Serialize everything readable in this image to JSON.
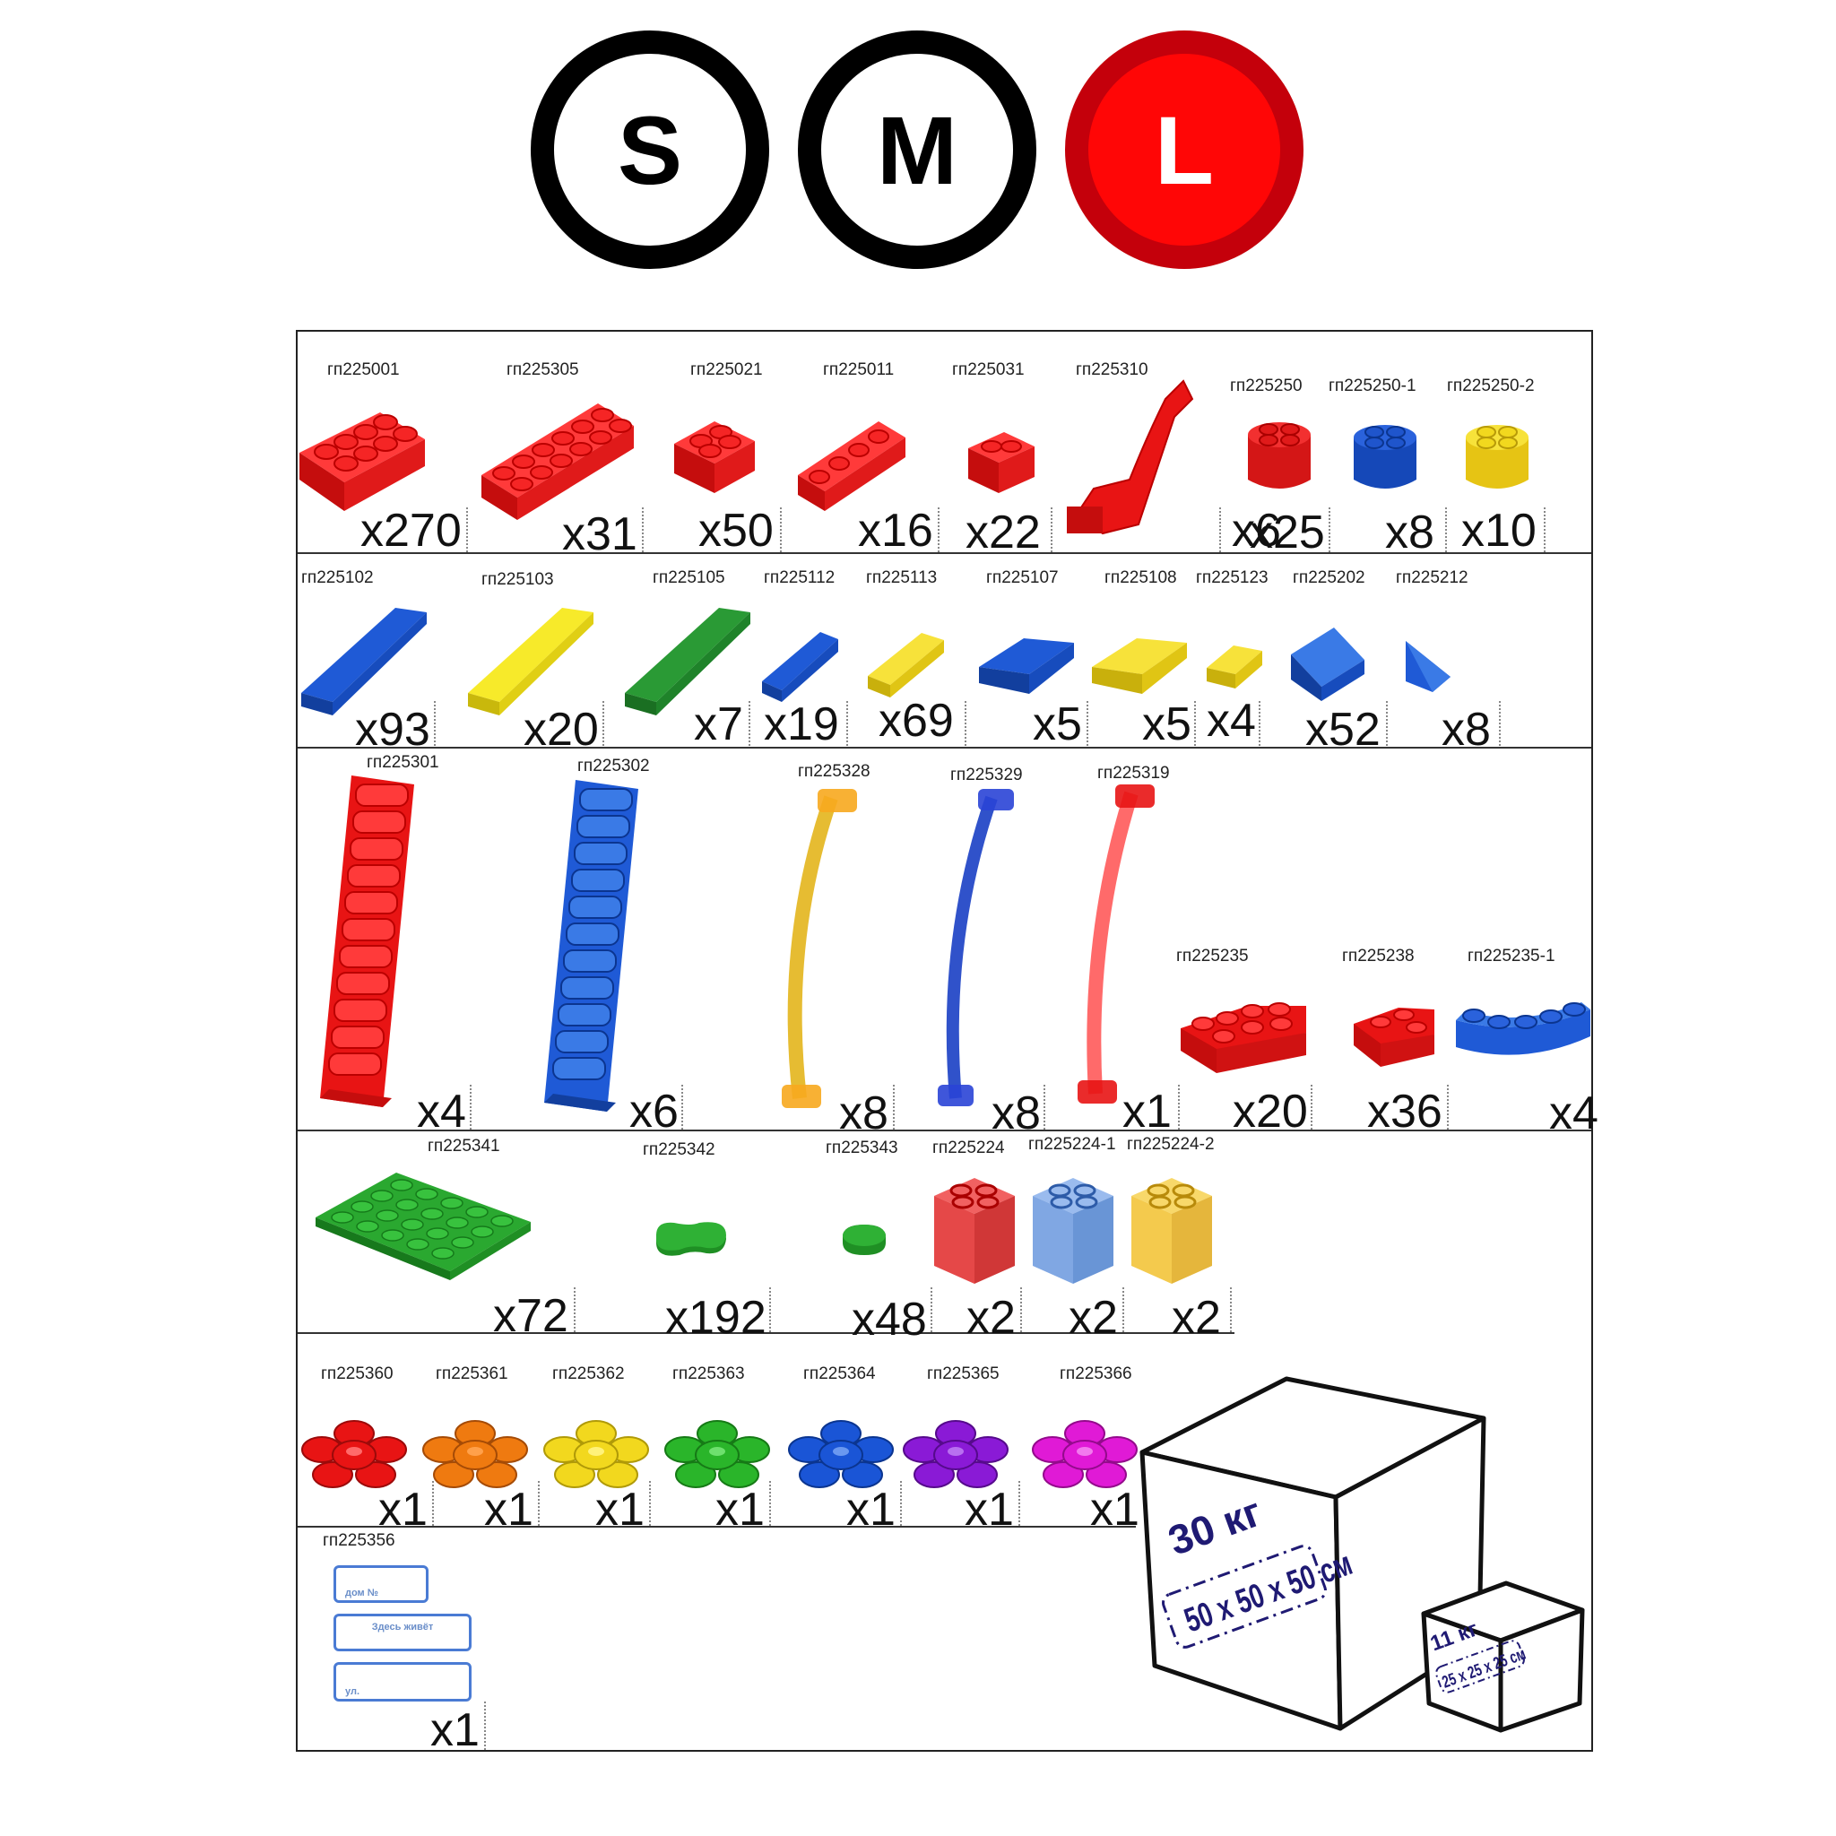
{
  "sizes": {
    "s": "S",
    "m": "M",
    "l": "L",
    "selected": "L"
  },
  "rows": [
    {
      "items": [
        {
          "code": "гп225001",
          "qty": "x270",
          "color": "#e81414"
        },
        {
          "code": "гп225305",
          "qty": "x31",
          "color": "#e81414"
        },
        {
          "code": "гп225021",
          "qty": "x50",
          "color": "#e81414"
        },
        {
          "code": "гп225011",
          "qty": "x16",
          "color": "#e81414"
        },
        {
          "code": "гп225031",
          "qty": "x22",
          "color": "#e81414"
        },
        {
          "code": "гп225310",
          "qty": "x6",
          "color": "#e81414"
        },
        {
          "code": "гп225250",
          "qty": "x25",
          "color": "#e81414"
        },
        {
          "code": "гп225250-1",
          "qty": "x8",
          "color": "#1a55d6"
        },
        {
          "code": "гп225250-2",
          "qty": "x10",
          "color": "#f2d81e"
        }
      ]
    },
    {
      "items": [
        {
          "code": "гп225102",
          "qty": "x93",
          "color": "#1a55d6"
        },
        {
          "code": "гп225103",
          "qty": "x20",
          "color": "#f2e41e"
        },
        {
          "code": "гп225105",
          "qty": "x7",
          "color": "#1f8f2a"
        },
        {
          "code": "гп225112",
          "qty": "x19",
          "color": "#1a55d6"
        },
        {
          "code": "гп225113",
          "qty": "x69",
          "color": "#f2d81e"
        },
        {
          "code": "гп225107",
          "qty": "x5",
          "color": "#1a55d6"
        },
        {
          "code": "гп225108",
          "qty": "x5",
          "color": "#f2d81e"
        },
        {
          "code": "гп225123",
          "qty": "x4",
          "color": "#f2d81e"
        },
        {
          "code": "гп225202",
          "qty": "x52",
          "color": "#1a55d6"
        },
        {
          "code": "гп225212",
          "qty": "x8",
          "color": "#1a55d6"
        }
      ]
    },
    {
      "items": [
        {
          "code": "гп225301",
          "qty": "x4",
          "color": "#e81414"
        },
        {
          "code": "гп225302",
          "qty": "x6",
          "color": "#1a55d6"
        },
        {
          "code": "гп225328",
          "qty": "x8",
          "color": "#f2b81e"
        },
        {
          "code": "гп225329",
          "qty": "x8",
          "color": "#1a3fc4"
        },
        {
          "code": "гп225319",
          "qty": "x1",
          "color": "#ff5a5a"
        },
        {
          "code": "гп225235",
          "qty": "x20",
          "color": "#e81414"
        },
        {
          "code": "гп225238",
          "qty": "x36",
          "color": "#e81414"
        },
        {
          "code": "гп225235-1",
          "qty": "x4",
          "color": "#1a55d6"
        }
      ]
    },
    {
      "items": [
        {
          "code": "гп225341",
          "qty": "x72",
          "color": "#23a82a"
        },
        {
          "code": "гп225342",
          "qty": "x192",
          "color": "#23a82a"
        },
        {
          "code": "гп225343",
          "qty": "x48",
          "color": "#23a82a"
        },
        {
          "code": "гп225224",
          "qty": "x2",
          "color": "#ea2a2a"
        },
        {
          "code": "гп225224-1",
          "qty": "x2",
          "color": "#5c8fd6"
        },
        {
          "code": "гп225224-2",
          "qty": "x2",
          "color": "#f2c12e"
        }
      ]
    },
    {
      "items": [
        {
          "code": "гп225360",
          "qty": "x1",
          "color": "#e81414"
        },
        {
          "code": "гп225361",
          "qty": "x1",
          "color": "#ef7a10"
        },
        {
          "code": "гп225362",
          "qty": "x1",
          "color": "#f2d81e"
        },
        {
          "code": "гп225363",
          "qty": "x1",
          "color": "#2ab52a"
        },
        {
          "code": "гп225364",
          "qty": "x1",
          "color": "#1a55d6"
        },
        {
          "code": "гп225365",
          "qty": "x1",
          "color": "#8a1ad6"
        },
        {
          "code": "гп225366",
          "qty": "x1",
          "color": "#e01ad6"
        }
      ]
    },
    {
      "items": [
        {
          "code": "гп225356",
          "qty": "x1"
        }
      ]
    }
  ],
  "signs": {
    "house": "дом №",
    "lives": "Здесь живёт",
    "street": "ул."
  },
  "boxes": {
    "big_weight": "30 кг",
    "big_dims": "50 x 50 x 50 см",
    "small_weight": "11 кг",
    "small_dims": "25 x 25 x 25 см"
  }
}
